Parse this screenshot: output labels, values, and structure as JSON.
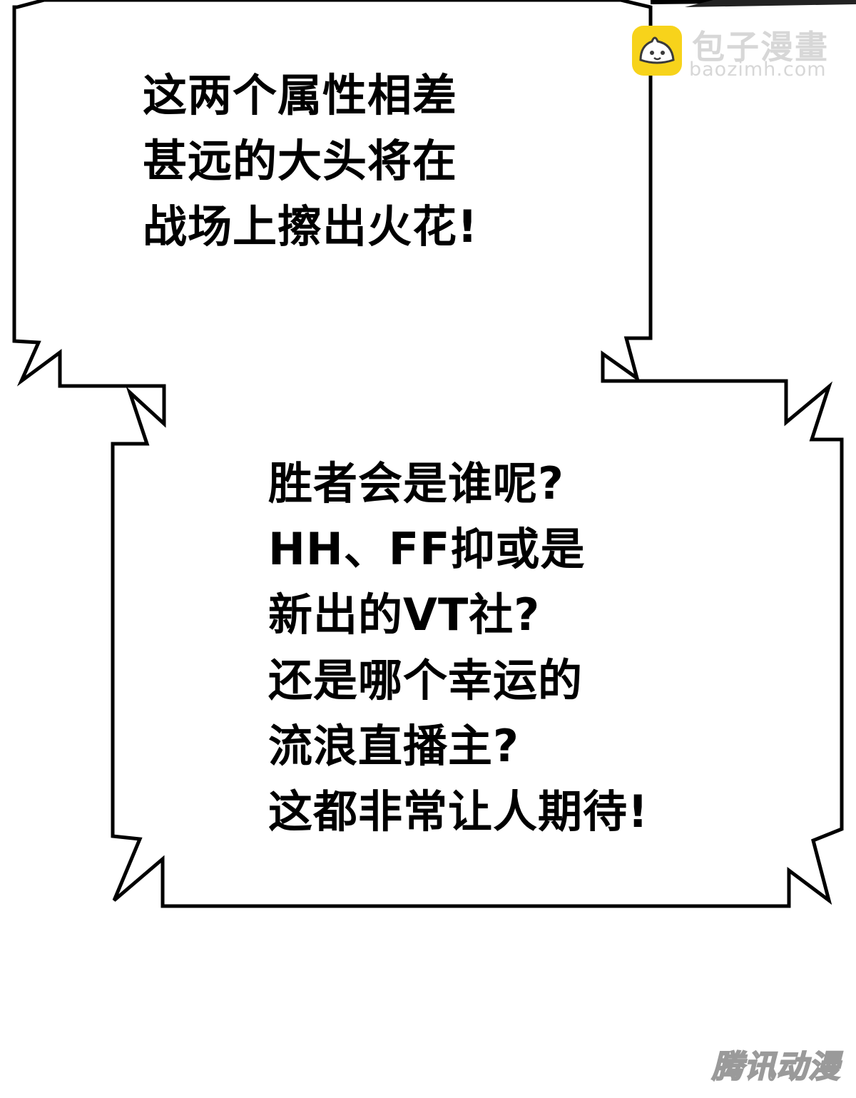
{
  "bubbles": [
    {
      "lines": [
        "这两个属性相差",
        "甚远的大头将在",
        "战场上擦出火花!"
      ]
    },
    {
      "lines": [
        "胜者会是谁呢?",
        "HH、FF抑或是",
        "新出的VT社?",
        "还是哪个幸运的",
        "流浪直播主?",
        "这都非常让人期待!"
      ]
    }
  ],
  "watermark": {
    "title": "包子漫畫",
    "url": "baozimh.com",
    "icon": "bun-mascot-icon"
  },
  "publisher_logo": {
    "text": "腾讯动漫"
  },
  "colors": {
    "background": "#ffffff",
    "ink": "#000000",
    "watermark_text": "#d7d7d7",
    "watermark_icon": "#f7d31b"
  }
}
